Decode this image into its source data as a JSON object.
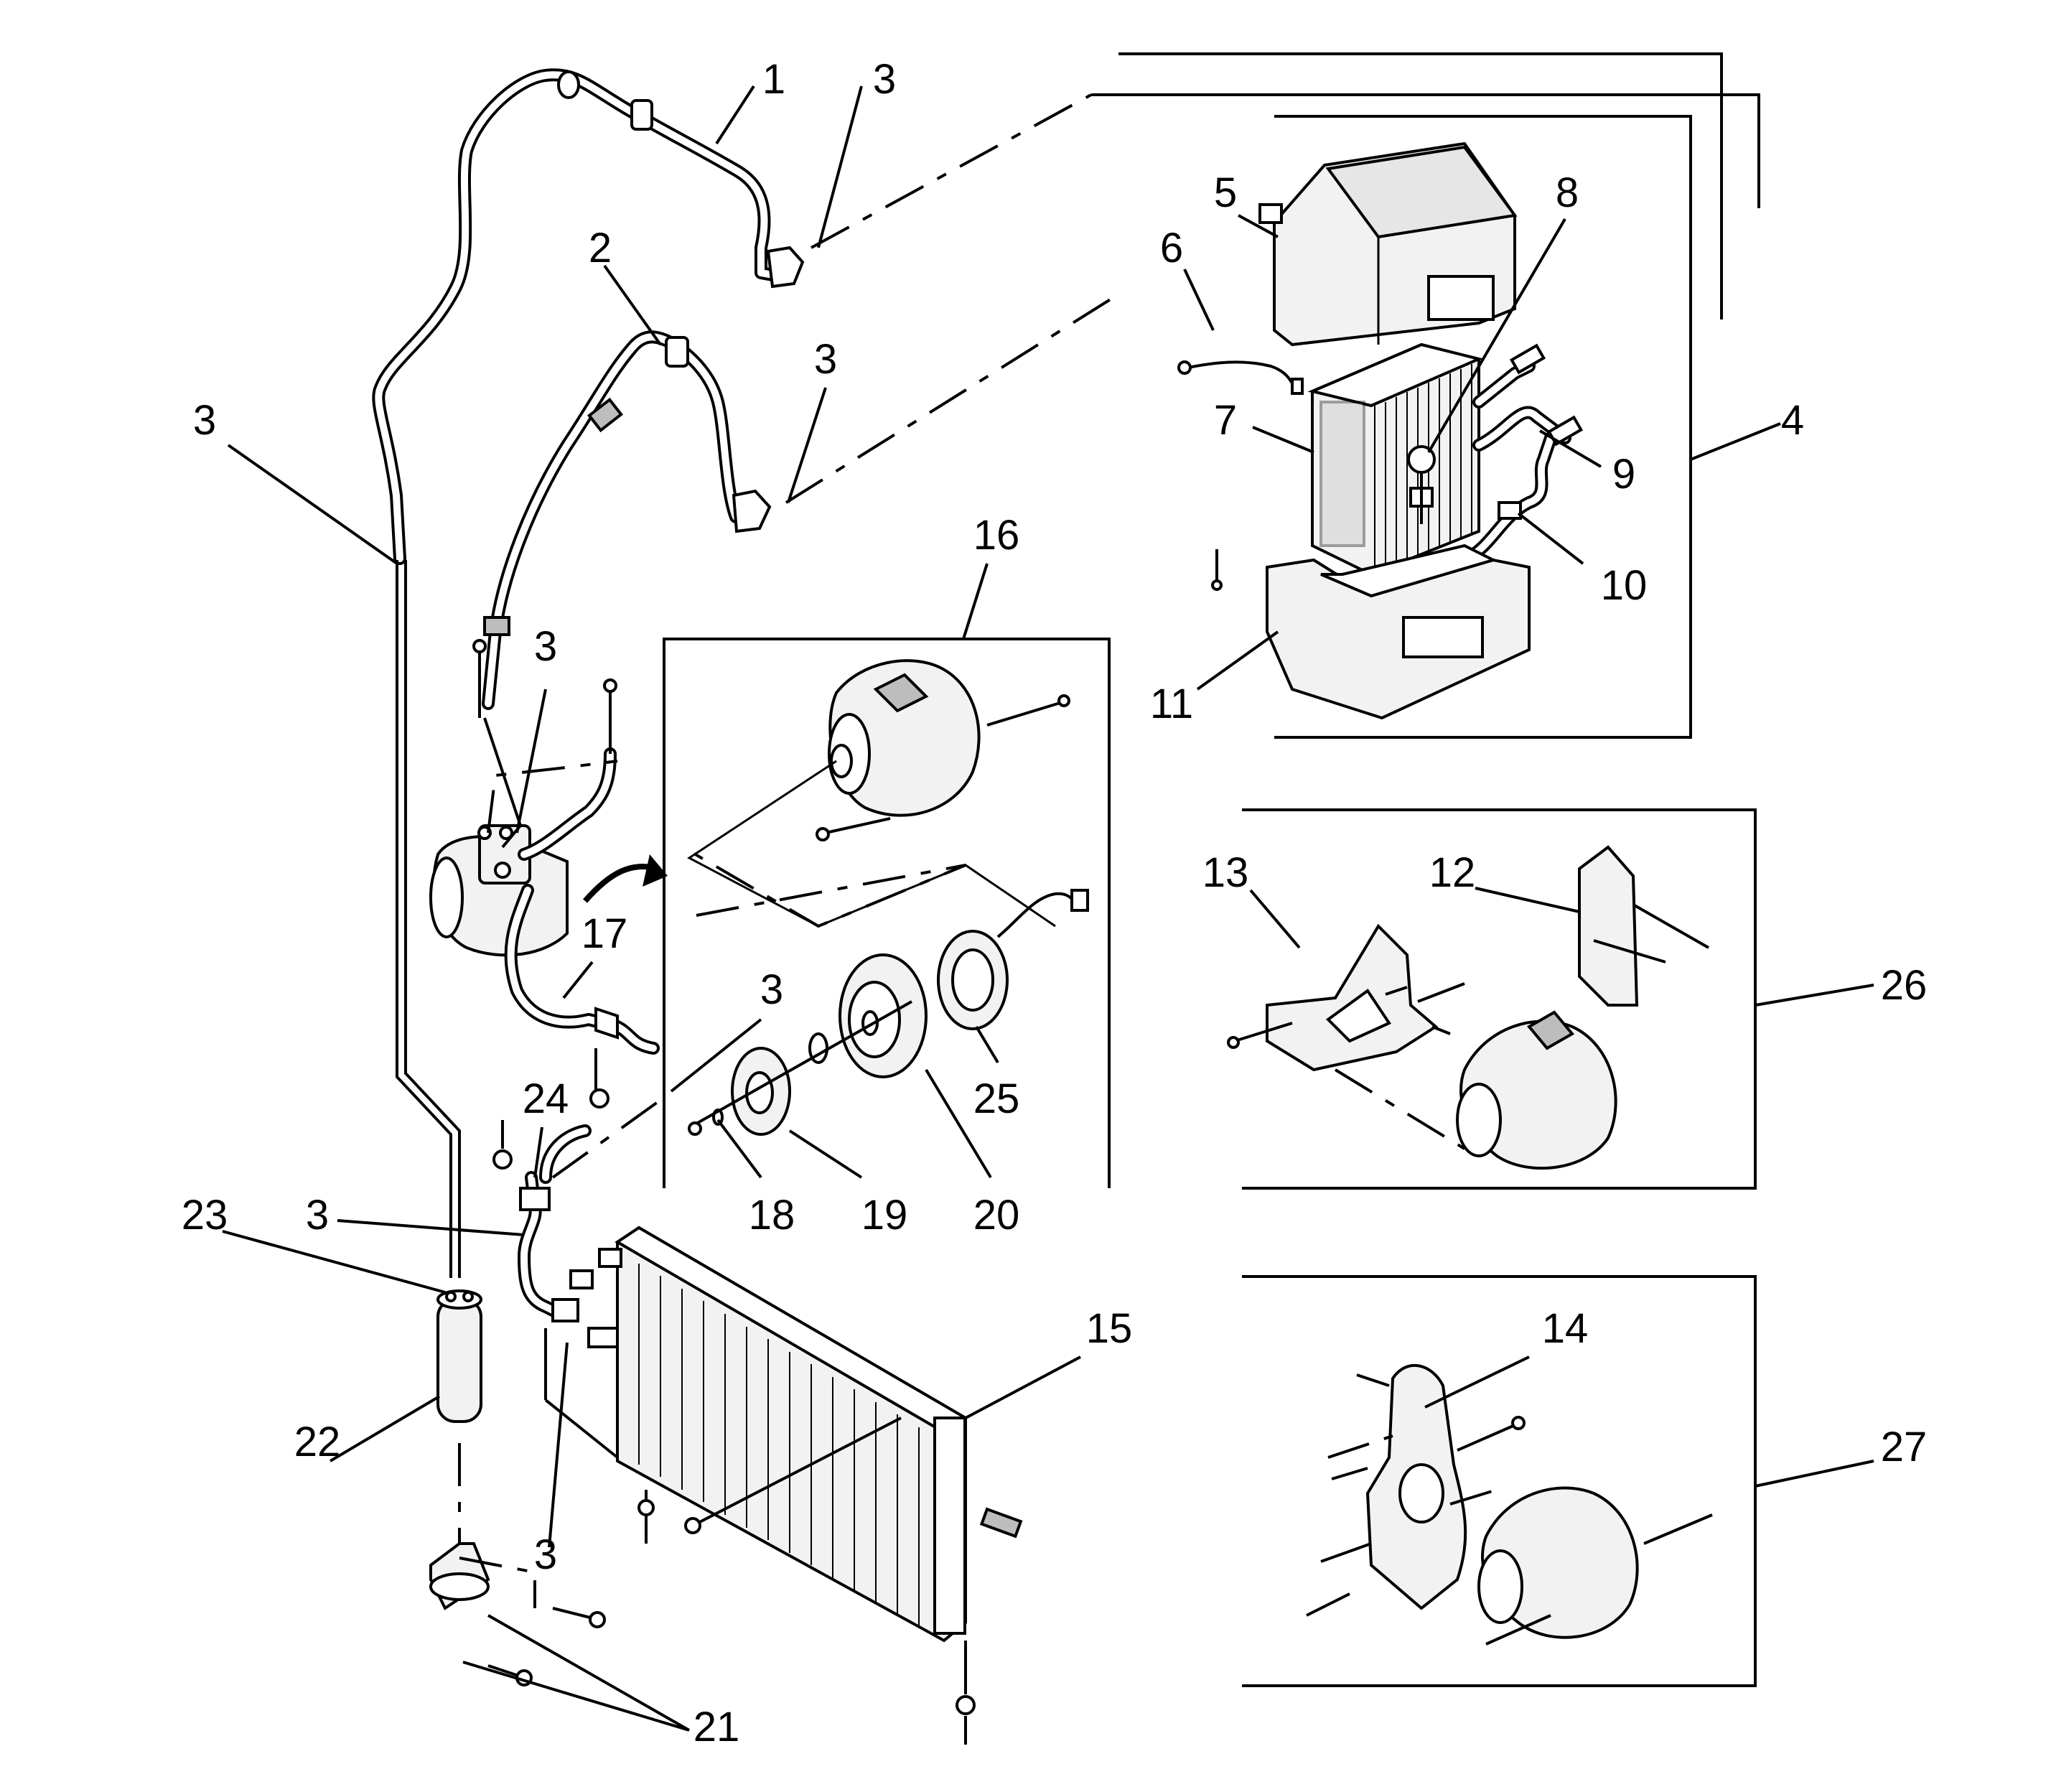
{
  "diagram": {
    "callouts": [
      {
        "id": "c1",
        "text": "1"
      },
      {
        "id": "c3a",
        "text": "3"
      },
      {
        "id": "c2",
        "text": "2"
      },
      {
        "id": "c3b",
        "text": "3"
      },
      {
        "id": "c3c",
        "text": "3"
      },
      {
        "id": "c5",
        "text": "5"
      },
      {
        "id": "c8",
        "text": "8"
      },
      {
        "id": "c6",
        "text": "6"
      },
      {
        "id": "c7",
        "text": "7"
      },
      {
        "id": "c4",
        "text": "4"
      },
      {
        "id": "c9",
        "text": "9"
      },
      {
        "id": "c10",
        "text": "10"
      },
      {
        "id": "c11",
        "text": "11"
      },
      {
        "id": "c16",
        "text": "16"
      },
      {
        "id": "c3d",
        "text": "3"
      },
      {
        "id": "c17",
        "text": "17"
      },
      {
        "id": "c3e",
        "text": "3"
      },
      {
        "id": "c25",
        "text": "25"
      },
      {
        "id": "c18",
        "text": "18"
      },
      {
        "id": "c19",
        "text": "19"
      },
      {
        "id": "c20",
        "text": "20"
      },
      {
        "id": "c24",
        "text": "24"
      },
      {
        "id": "c23",
        "text": "23"
      },
      {
        "id": "c3f",
        "text": "3"
      },
      {
        "id": "c13",
        "text": "13"
      },
      {
        "id": "c12",
        "text": "12"
      },
      {
        "id": "c26",
        "text": "26"
      },
      {
        "id": "c15",
        "text": "15"
      },
      {
        "id": "c14",
        "text": "14"
      },
      {
        "id": "c27",
        "text": "27"
      },
      {
        "id": "c22",
        "text": "22"
      },
      {
        "id": "c3g",
        "text": "3"
      },
      {
        "id": "c21",
        "text": "21"
      }
    ]
  }
}
